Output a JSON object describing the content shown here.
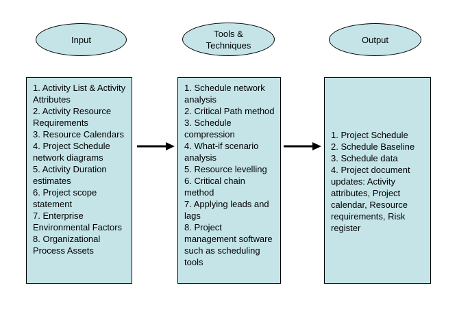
{
  "ovals": {
    "input": "Input",
    "tools": "Tools &\nTechniques",
    "output": "Output"
  },
  "inputs": [
    "1. Activity List & Activity Attributes",
    "2. Activity Resource Requirements",
    "3. Resource Calendars",
    "4. Project Schedule network diagrams",
    "5. Activity Duration estimates",
    "6. Project scope statement",
    "7. Enterprise Environmental Factors",
    "8. Organizational Process Assets"
  ],
  "tools": [
    "1. Schedule network analysis",
    "2. Critical Path method",
    "3. Schedule compression",
    "4. What-if scenario analysis",
    "5. Resource levelling",
    "6. Critical chain method",
    "7. Applying leads and lags",
    "8. Project management software such as scheduling tools"
  ],
  "outputs": [
    "1. Project Schedule",
    "2. Schedule Baseline",
    "3. Schedule data",
    "4. Project document updates: Activity attributes, Project calendar, Resource requirements, Risk register"
  ],
  "colors": {
    "fill": "#c4e4e8",
    "stroke": "#000000"
  }
}
